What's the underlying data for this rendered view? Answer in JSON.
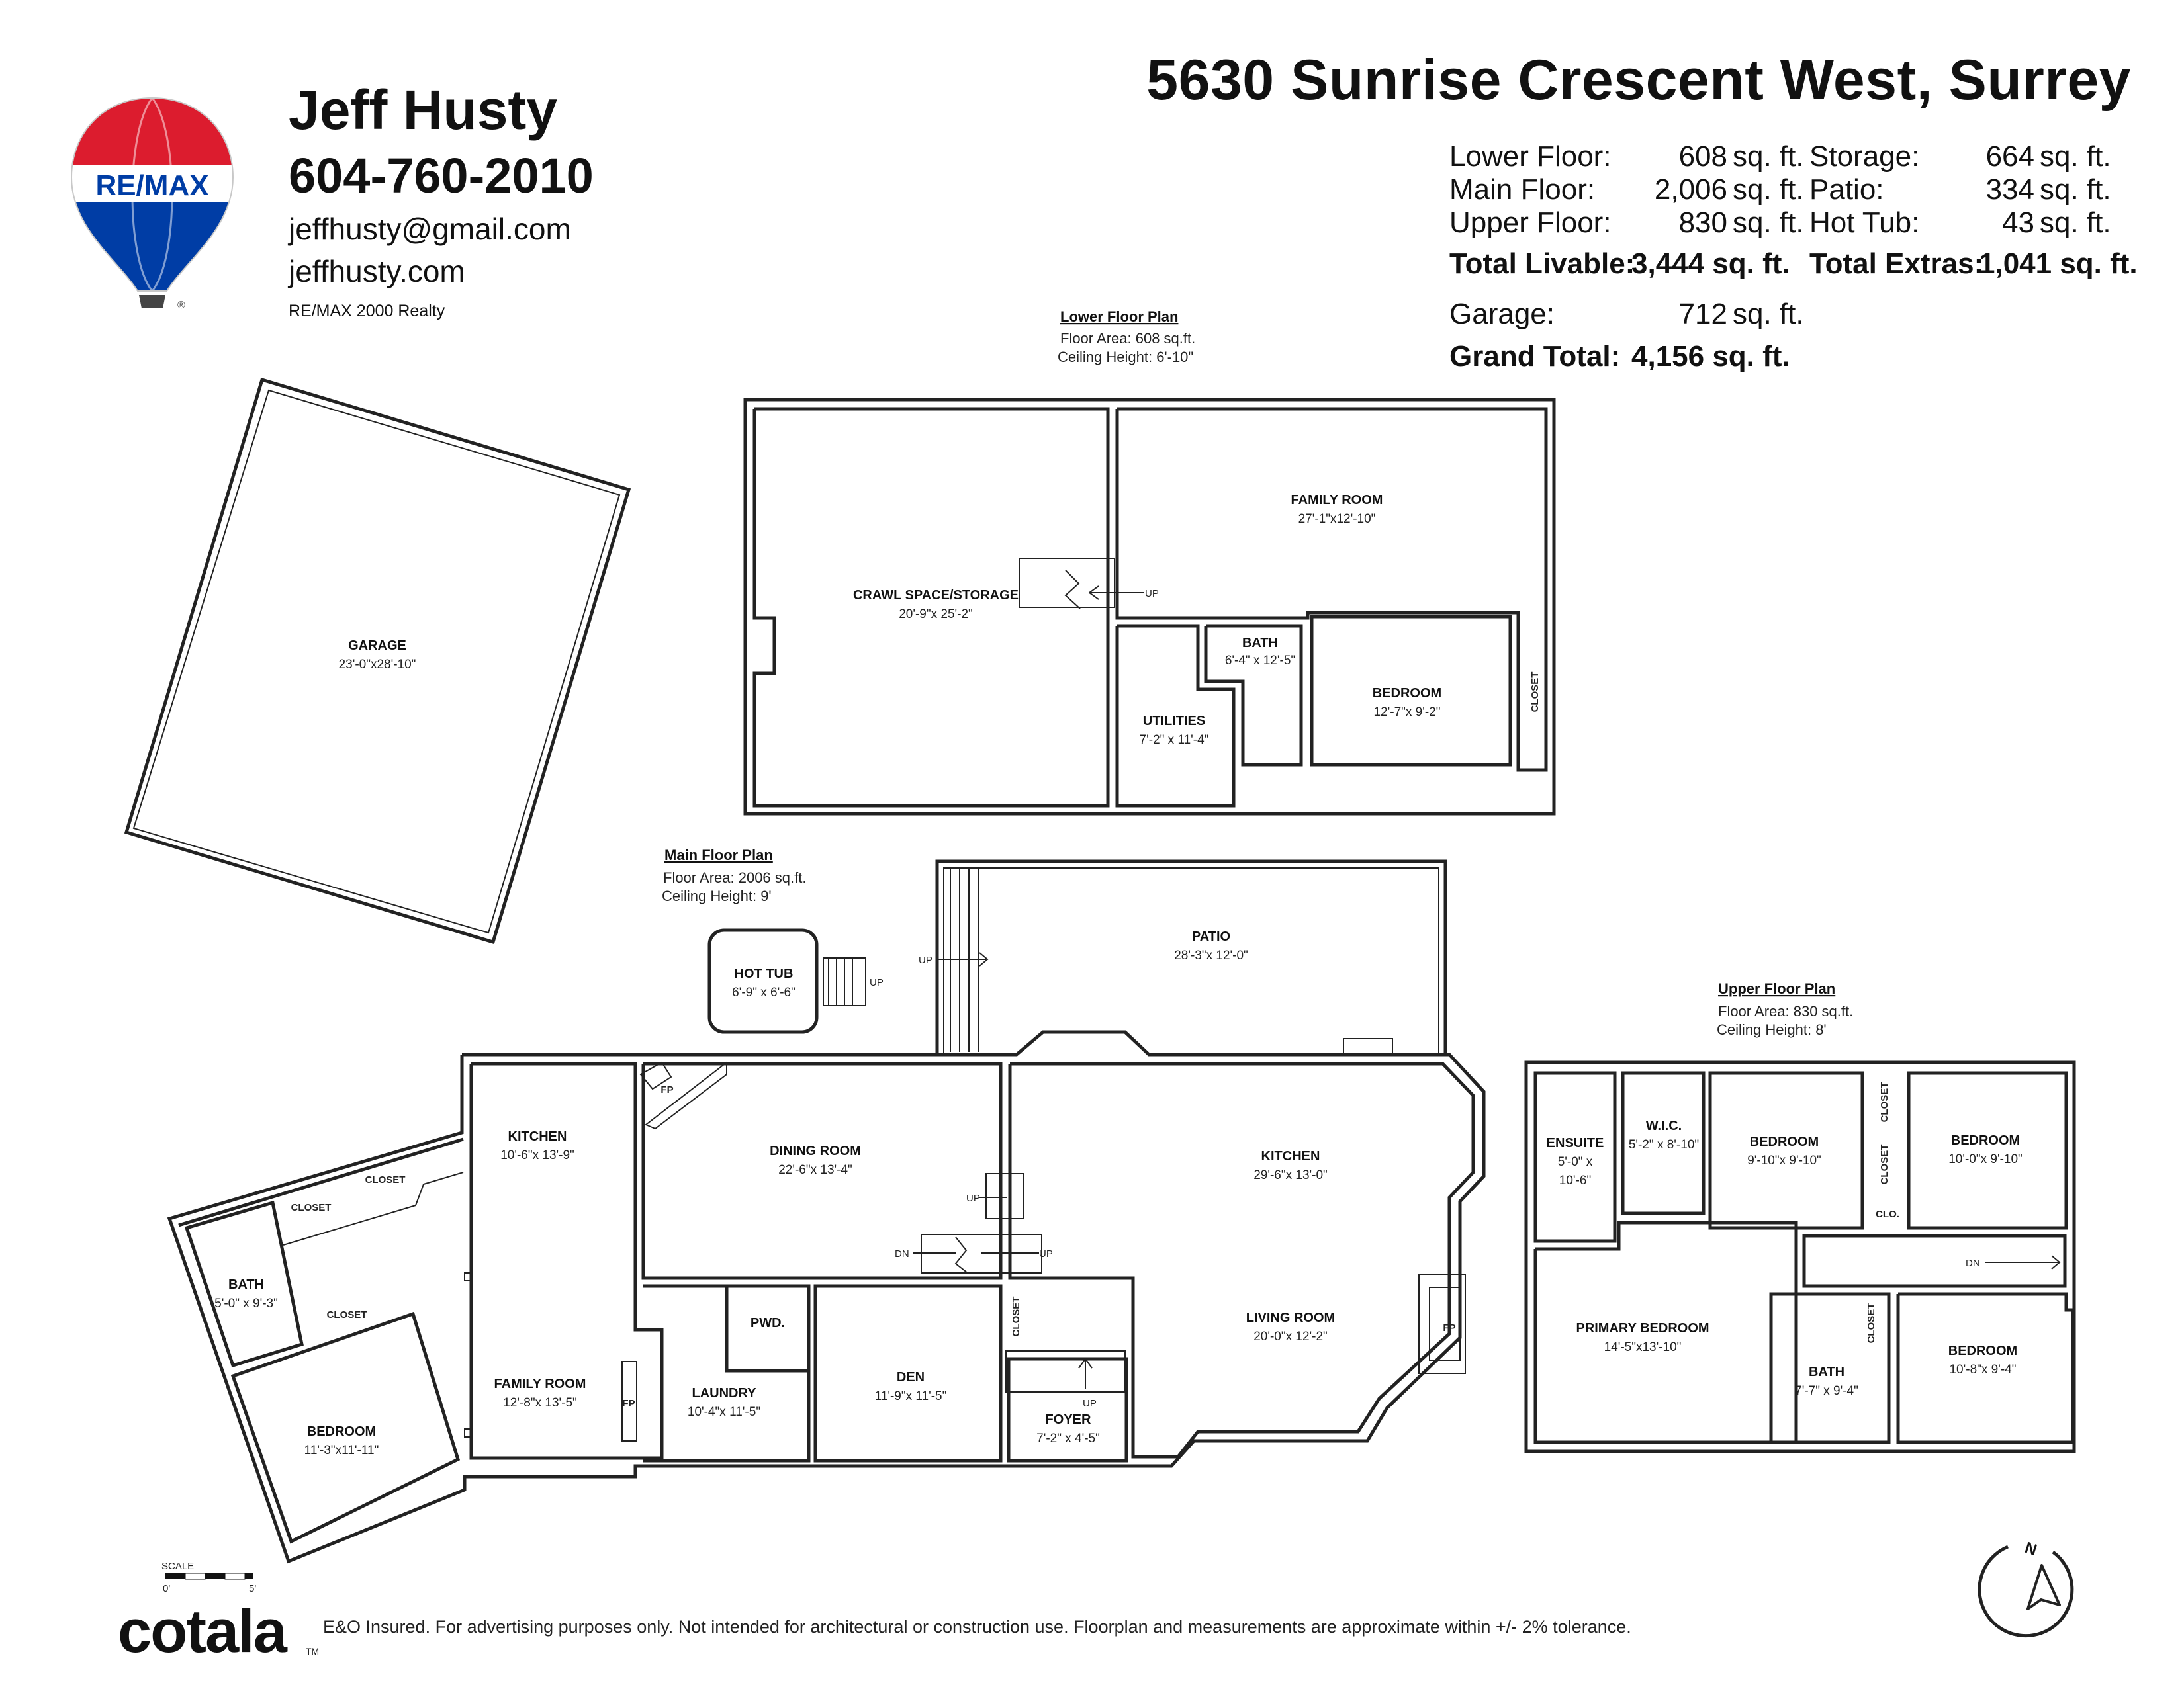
{
  "brand": {
    "logo_text": "RE/MAX",
    "logo_mark": "®",
    "colors": {
      "red": "#dc1c2e",
      "blue": "#003da5",
      "white": "#ffffff"
    }
  },
  "agent": {
    "name": "Jeff Husty",
    "phone": "604-760-2010",
    "email": "jeffhusty@gmail.com",
    "website": "jeffhusty.com",
    "brokerage": "RE/MAX 2000 Realty"
  },
  "property": {
    "address": "5630 Sunrise Crescent West, Surrey"
  },
  "areas": {
    "lower_floor": {
      "label": "Lower Floor:",
      "value": "608",
      "unit": "sq. ft."
    },
    "main_floor": {
      "label": "Main Floor:",
      "value": "2,006",
      "unit": "sq. ft."
    },
    "upper_floor": {
      "label": "Upper Floor:",
      "value": "830",
      "unit": "sq. ft."
    },
    "total_livable": {
      "label": "Total Livable:",
      "value": "3,444 sq. ft."
    },
    "storage": {
      "label": "Storage:",
      "value": "664",
      "unit": "sq. ft."
    },
    "patio": {
      "label": "Patio:",
      "value": "334",
      "unit": "sq. ft."
    },
    "hot_tub": {
      "label": "Hot Tub:",
      "value": "43",
      "unit": "sq. ft."
    },
    "total_extras": {
      "label": "Total Extras:",
      "value": "1,041 sq. ft."
    },
    "garage": {
      "label": "Garage:",
      "value": "712",
      "unit": "sq. ft."
    },
    "grand_total": {
      "label": "Grand Total:",
      "value": "4,156 sq. ft."
    }
  },
  "lower_plan": {
    "title": "Lower Floor Plan",
    "floor_area": "Floor Area: 608 sq.ft.",
    "ceiling": "Ceiling Height: 6'-10\"",
    "rooms": {
      "family_room": {
        "name": "FAMILY ROOM",
        "dims": "27'-1\"x12'-10\""
      },
      "crawl": {
        "name": "CRAWL SPACE/STORAGE",
        "dims": "20'-9\"x 25'-2\""
      },
      "bath": {
        "name": "BATH",
        "dims": "6'-4\" x 12'-5\""
      },
      "utilities": {
        "name": "UTILITIES",
        "dims": "7'-2\" x 11'-4\""
      },
      "bedroom": {
        "name": "BEDROOM",
        "dims": "12'-7\"x 9'-2\""
      },
      "closet": {
        "name": "CLOSET"
      }
    },
    "up": "UP"
  },
  "garage": {
    "name": "GARAGE",
    "dims": "23'-0\"x28'-10\""
  },
  "main_plan": {
    "title": "Main Floor Plan",
    "floor_area": "Floor Area: 2006 sq.ft.",
    "ceiling": "Ceiling Height: 9'",
    "rooms": {
      "patio": {
        "name": "PATIO",
        "dims": "28'-3\"x 12'-0\""
      },
      "hot_tub": {
        "name": "HOT TUB",
        "dims": "6'-9\" x 6'-6\""
      },
      "kitchen_left": {
        "name": "KITCHEN",
        "dims": "10'-6\"x 13'-9\""
      },
      "dining": {
        "name": "DINING ROOM",
        "dims": "22'-6\"x 13'-4\""
      },
      "kitchen_main": {
        "name": "KITCHEN",
        "dims": "29'-6\"x 13'-0\""
      },
      "bath": {
        "name": "BATH",
        "dims": "5'-0\" x 9'-3\""
      },
      "family": {
        "name": "FAMILY ROOM",
        "dims": "12'-8\"x 13'-5\""
      },
      "bedroom": {
        "name": "BEDROOM",
        "dims": "11'-3\"x11'-11\""
      },
      "laundry": {
        "name": "LAUNDRY",
        "dims": "10'-4\"x 11'-5\""
      },
      "pwd": {
        "name": "PWD."
      },
      "den": {
        "name": "DEN",
        "dims": "11'-9\"x 11'-5\""
      },
      "foyer": {
        "name": "FOYER",
        "dims": "7'-2\" x 4'-5\""
      },
      "living": {
        "name": "LIVING ROOM",
        "dims": "20'-0\"x 12'-2\""
      }
    },
    "closet": "CLOSET",
    "fp": "FP",
    "up": "UP",
    "dn": "DN"
  },
  "upper_plan": {
    "title": "Upper Floor Plan",
    "floor_area": "Floor Area: 830 sq.ft.",
    "ceiling": "Ceiling Height: 8'",
    "rooms": {
      "ensuite": {
        "name": "ENSUITE",
        "dims1": "5'-0\" x",
        "dims2": "10'-6\""
      },
      "wic": {
        "name": "W.I.C.",
        "dims": "5'-2\" x 8'-10\""
      },
      "bedroom1": {
        "name": "BEDROOM",
        "dims": "9'-10\"x 9'-10\""
      },
      "bedroom2": {
        "name": "BEDROOM",
        "dims": "10'-0\"x 9'-10\""
      },
      "primary": {
        "name": "PRIMARY BEDROOM",
        "dims": "14'-5\"x13'-10\""
      },
      "bath": {
        "name": "BATH",
        "dims": "7'-7\" x 9'-4\""
      },
      "bedroom3": {
        "name": "BEDROOM",
        "dims": "10'-8\"x 9'-4\""
      }
    },
    "closet": "CLOSET",
    "clo": "CLO.",
    "dn": "DN"
  },
  "scale": {
    "label": "SCALE",
    "min": "0'",
    "max": "5'"
  },
  "compass": {
    "north": "N"
  },
  "footer": {
    "logo": "cotala",
    "tm": "TM",
    "disclaimer": "E&O Insured. For advertising purposes only. Not intended for architectural or construction use. Floorplan and measurements are approximate within +/- 2% tolerance."
  }
}
